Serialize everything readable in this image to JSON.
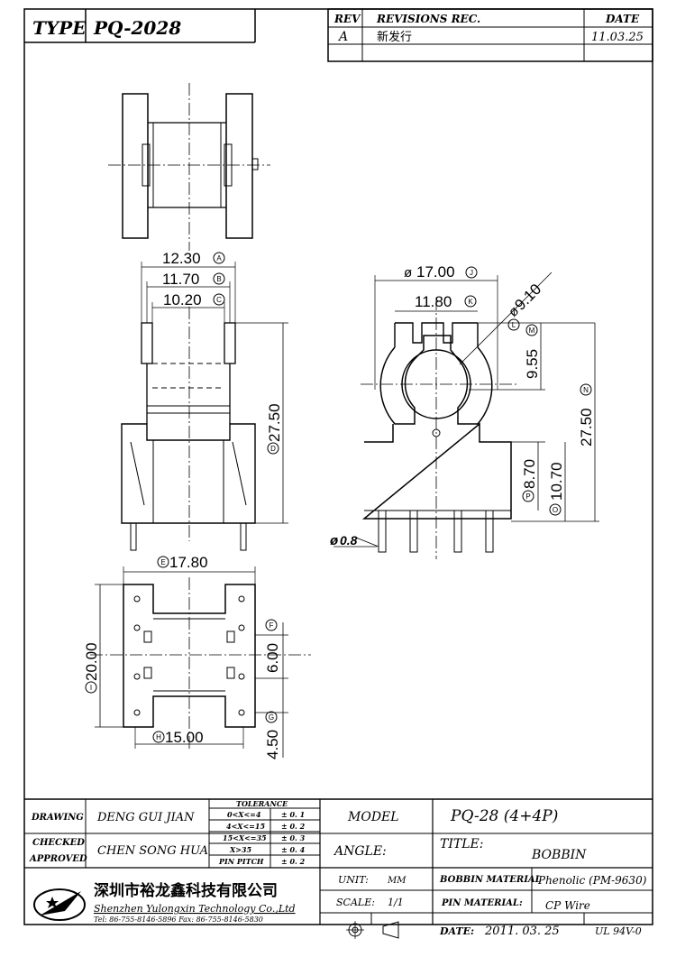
{
  "header": {
    "type_label": "TYPE",
    "type_value": "PQ-2028",
    "rev_label": "REV",
    "revisions_label": "REVISIONS REC.",
    "date_label": "DATE",
    "rev_code": "A",
    "rev_text": "新发行",
    "rev_date": "11.03.25"
  },
  "dimensions": {
    "d12_30": "12.30",
    "d11_70": "11.70",
    "d10_20": "10.20",
    "d27_50_side": "27.50",
    "d17_00": "17.00",
    "d11_80": "11.80",
    "d9_10": "9.10",
    "d9_55": "9.55",
    "d27_50_front": "27.50",
    "d8_70": "8.70",
    "d10_70": "10.70",
    "d0_8": "0.8",
    "d17_80": "17.80",
    "d20_00": "20.00",
    "d6_00": "6.00",
    "d4_50": "4.50",
    "d15_00": "15.00",
    "markers": {
      "A": "A",
      "B": "B",
      "C": "C",
      "D": "D",
      "E": "E",
      "F": "F",
      "G": "G",
      "H": "H",
      "I": "I",
      "J": "J",
      "K": "K",
      "L": "L",
      "M": "M",
      "N": "N",
      "O": "O",
      "P": "P"
    }
  },
  "title_block": {
    "drawing_label": "DRAWING",
    "drawing_value": "DENG GUI JIAN",
    "checked_label": "CHECKED",
    "approved_label": "APPROVED",
    "checked_value": "CHEN SONG HUA",
    "tolerance_label": "TOLERANCE",
    "tolerance_rows": [
      {
        "range": "0<X<=4",
        "value": "± 0. 1"
      },
      {
        "range": "4<X<=15",
        "value": "± 0. 2"
      },
      {
        "range": "15<X<=35",
        "value": "± 0. 3"
      },
      {
        "range": "X>35",
        "value": "± 0. 4"
      },
      {
        "range": "PIN PITCH",
        "value": "± 0. 2"
      }
    ],
    "model_label": "MODEL",
    "model_value": "PQ-28 (4+4P)",
    "angle_label": "ANGLE:",
    "title_label": "TITLE:",
    "title_value": "BOBBIN",
    "company_cn": "深圳市裕龙鑫科技有限公司",
    "company_en": "Shenzhen Yulongxin Technology Co.,Ltd",
    "contact": "Tel: 86-755-8146-5896   Fax: 86-755-8146-5830",
    "unit_label": "UNIT:",
    "unit_value": "MM",
    "scale_label": "SCALE:",
    "scale_value": "1/1",
    "bobbin_material_label": "BOBBIN MATERIAL",
    "bobbin_material_value": "Phenolic (PM-9630)",
    "pin_material_label": "PIN MATERIAL:",
    "pin_material_value": "CP Wire",
    "date_label": "DATE:",
    "date_value": "2011. 03. 25",
    "ul_value": "UL 94V-0"
  }
}
